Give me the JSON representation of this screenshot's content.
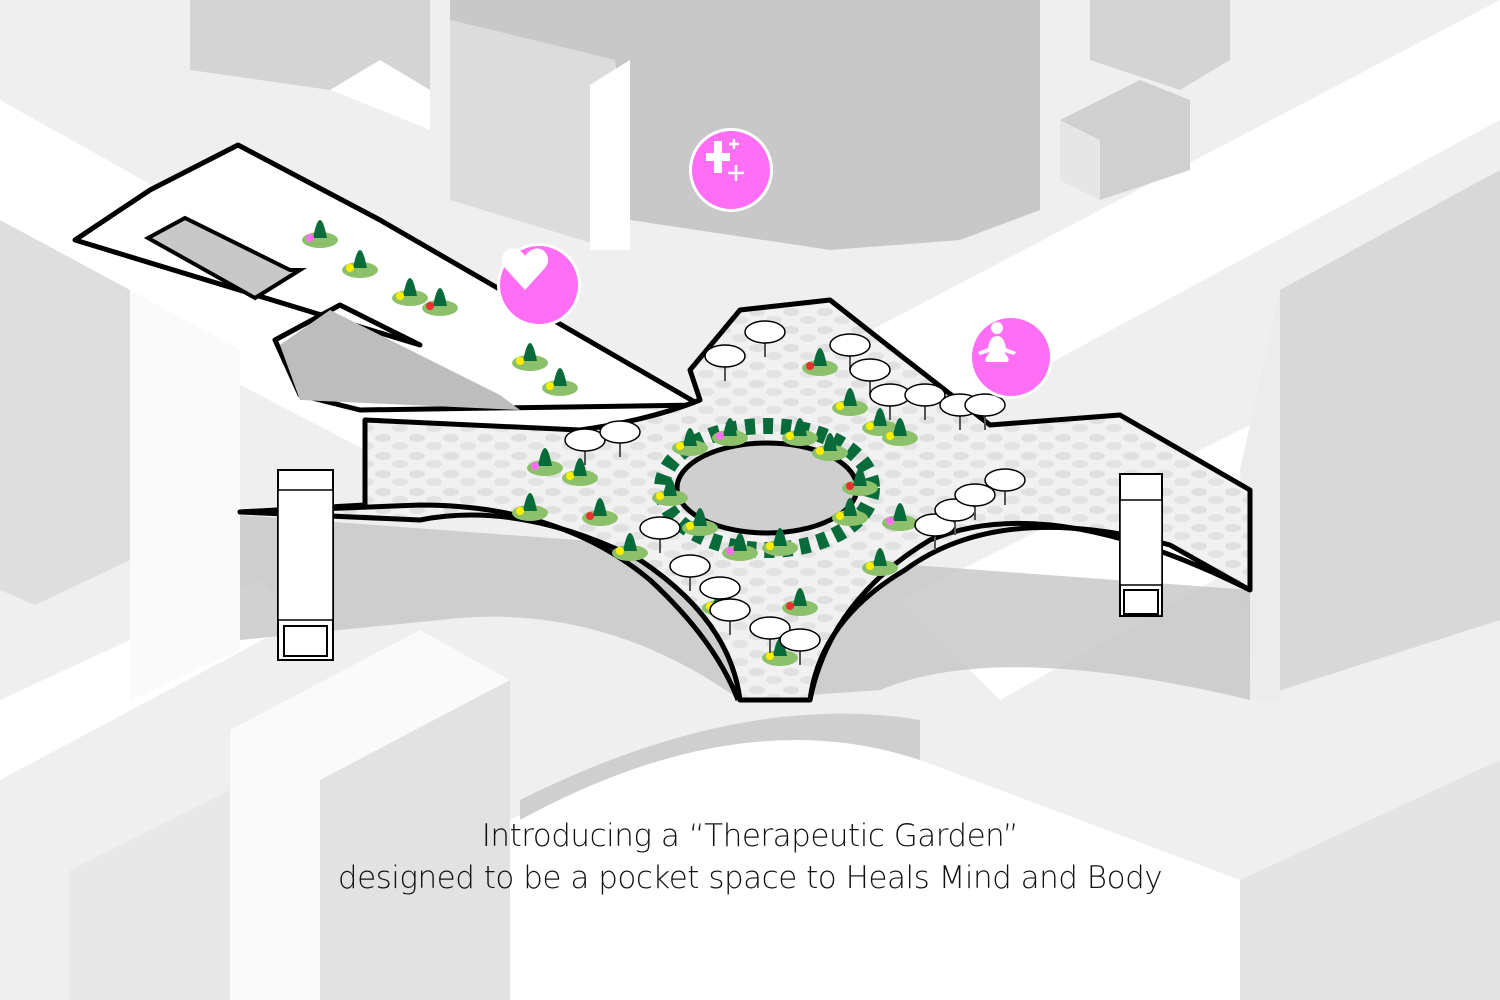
{
  "caption": {
    "line1": "Introducing a “Therapeutic Garden”",
    "line2": "designed to be a pocket space to Heals Mind and Body"
  },
  "icons": [
    {
      "name": "medical-cross-icon",
      "meaning": "health"
    },
    {
      "name": "heart-icon",
      "meaning": "wellbeing"
    },
    {
      "name": "meditation-icon",
      "meaning": "mind"
    }
  ],
  "colors": {
    "accent": "#ff6ef5",
    "building_top": "#ffffff",
    "building_side": "#c8c8c8",
    "ground": "#ececec",
    "tree_dark": "#0a6b3a",
    "tree_light": "#8cc06a",
    "flower_yellow": "#ffee00",
    "flower_red": "#e83030"
  }
}
